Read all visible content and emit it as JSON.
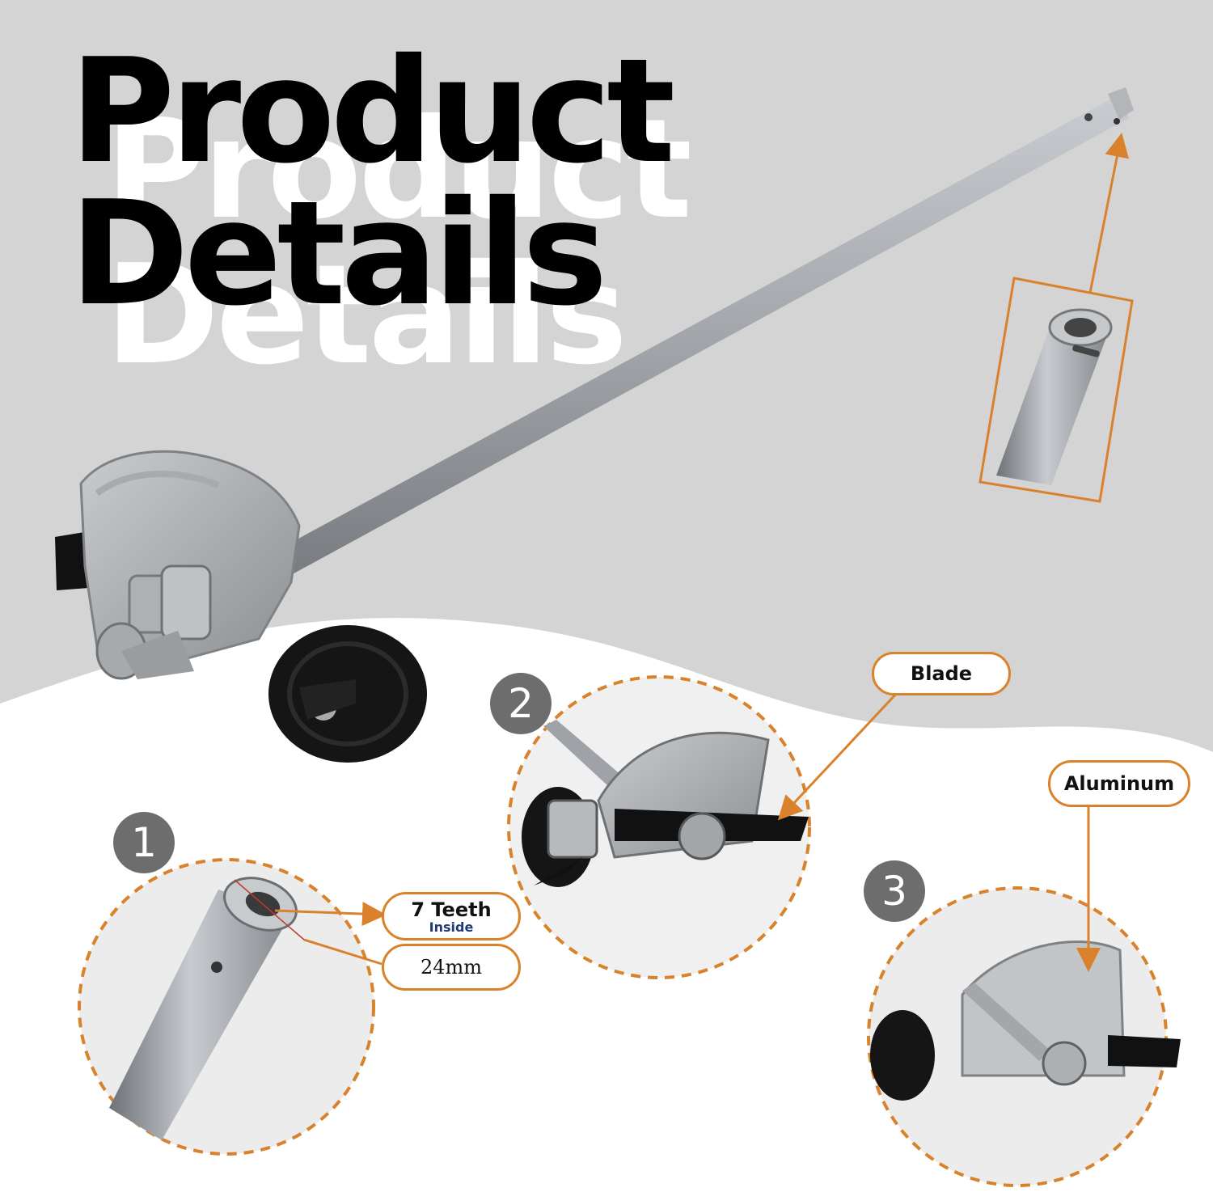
{
  "title": {
    "line1": "Product",
    "line2": "Details",
    "ghost_line1": "Product",
    "ghost_line2": "Details"
  },
  "callouts": {
    "blade": "Blade",
    "aluminum": "Aluminum",
    "teeth_main": "7 Teeth",
    "teeth_sub": "Inside",
    "diameter": "24mm"
  },
  "badges": [
    "1",
    "2",
    "3"
  ],
  "colors": {
    "accent": "#d9822b",
    "background_gray": "#d4d4d4",
    "badge": "#6d6d6d",
    "metal": "#9a9ea2",
    "dark": "#111111"
  }
}
